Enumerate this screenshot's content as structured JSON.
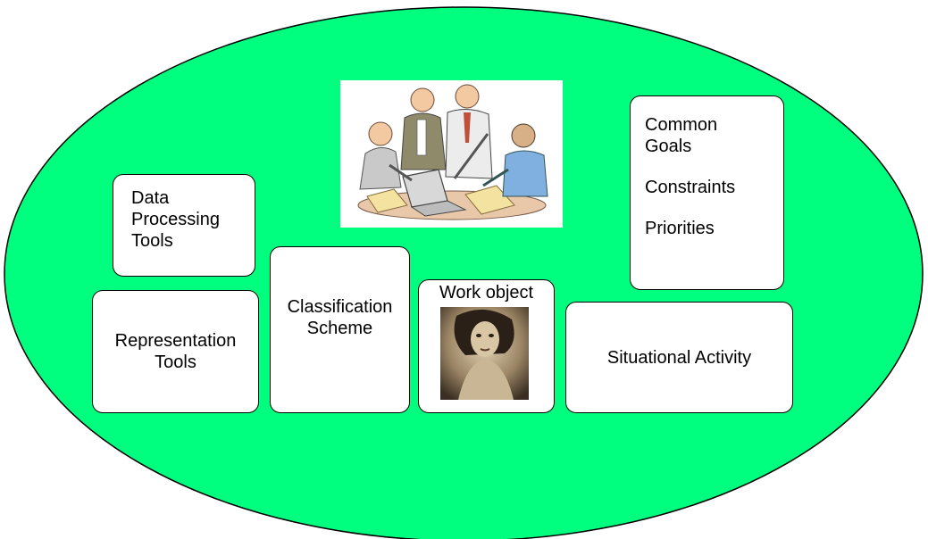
{
  "colors": {
    "ellipse_fill": "#00FF7F",
    "box_fill": "#FFFFFF",
    "outline": "#000000"
  },
  "nodes": {
    "data_processing": {
      "line1": "Data",
      "line2": "Processing",
      "line3": "Tools"
    },
    "representation": {
      "line1": "Representation",
      "line2": "Tools"
    },
    "classification": {
      "line1": "Classification",
      "line2": "Scheme"
    },
    "work_object": {
      "label": "Work object"
    },
    "situational": {
      "label": "Situational Activity"
    },
    "goals": {
      "line1": "Common",
      "line2": "Goals",
      "constraints": "Constraints",
      "priorities": "Priorities"
    }
  },
  "images": {
    "team": "team-meeting-clipart",
    "work_object_photo": "sepia-portrait-photo"
  }
}
